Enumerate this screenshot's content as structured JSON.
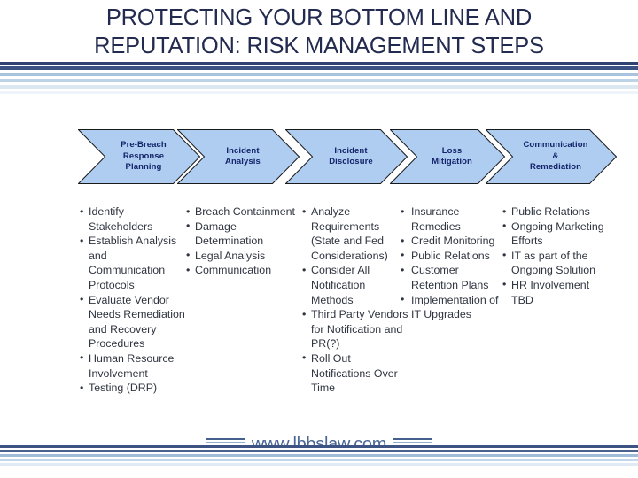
{
  "slide": {
    "title_line_1": "PROTECTING YOUR BOTTOM LINE AND",
    "title_line_2": "REPUTATION: RISK MANAGEMENT STEPS",
    "title_color": "#222a4f",
    "accent_dark": "#2e4372",
    "accent_light": "#aecdf0",
    "chevron_fill": "#aecdf0",
    "chevron_text_color": "#14246b",
    "body_text_color": "#2f3540",
    "background": "#ffffff"
  },
  "process_flow": {
    "steps": [
      {
        "label": "Pre-Breach\nResponse\nPlanning"
      },
      {
        "label": "Incident\nAnalysis"
      },
      {
        "label": "Incident\nDisclosure"
      },
      {
        "label": "Loss\nMitigation"
      },
      {
        "label": "Communication\n&\nRemediation"
      }
    ]
  },
  "columns": [
    {
      "bullet": "•",
      "items": [
        "Identify Stakeholders",
        "Establish Analysis and Communication Protocols",
        "Evaluate Vendor Needs Remediation and Recovery Procedures",
        "Human Resource Involvement",
        "Testing (DRP)"
      ]
    },
    {
      "bullet": "•",
      "items": [
        "Breach Containment",
        "Damage Determination",
        "Legal Analysis",
        "Communication"
      ]
    },
    {
      "bullet": "•",
      "items": [
        "Analyze Requirements (State and Fed Considerations)",
        "Consider All Notification Methods",
        "Third Party Vendors for Notification and PR(?)",
        "Roll Out Notifications Over Time"
      ]
    },
    {
      "bullet": "•",
      "items": [
        "Insurance Remedies",
        "Credit Monitoring",
        "Public Relations",
        "Customer Retention Plans",
        "Implementation of IT Upgrades"
      ]
    },
    {
      "bullet": "•",
      "items": [
        "Public Relations",
        "Ongoing Marketing Efforts",
        "IT as part of the Ongoing Solution",
        "HR Involvement TBD"
      ]
    }
  ],
  "footer": {
    "watermark": "www.lbbslaw.com"
  }
}
